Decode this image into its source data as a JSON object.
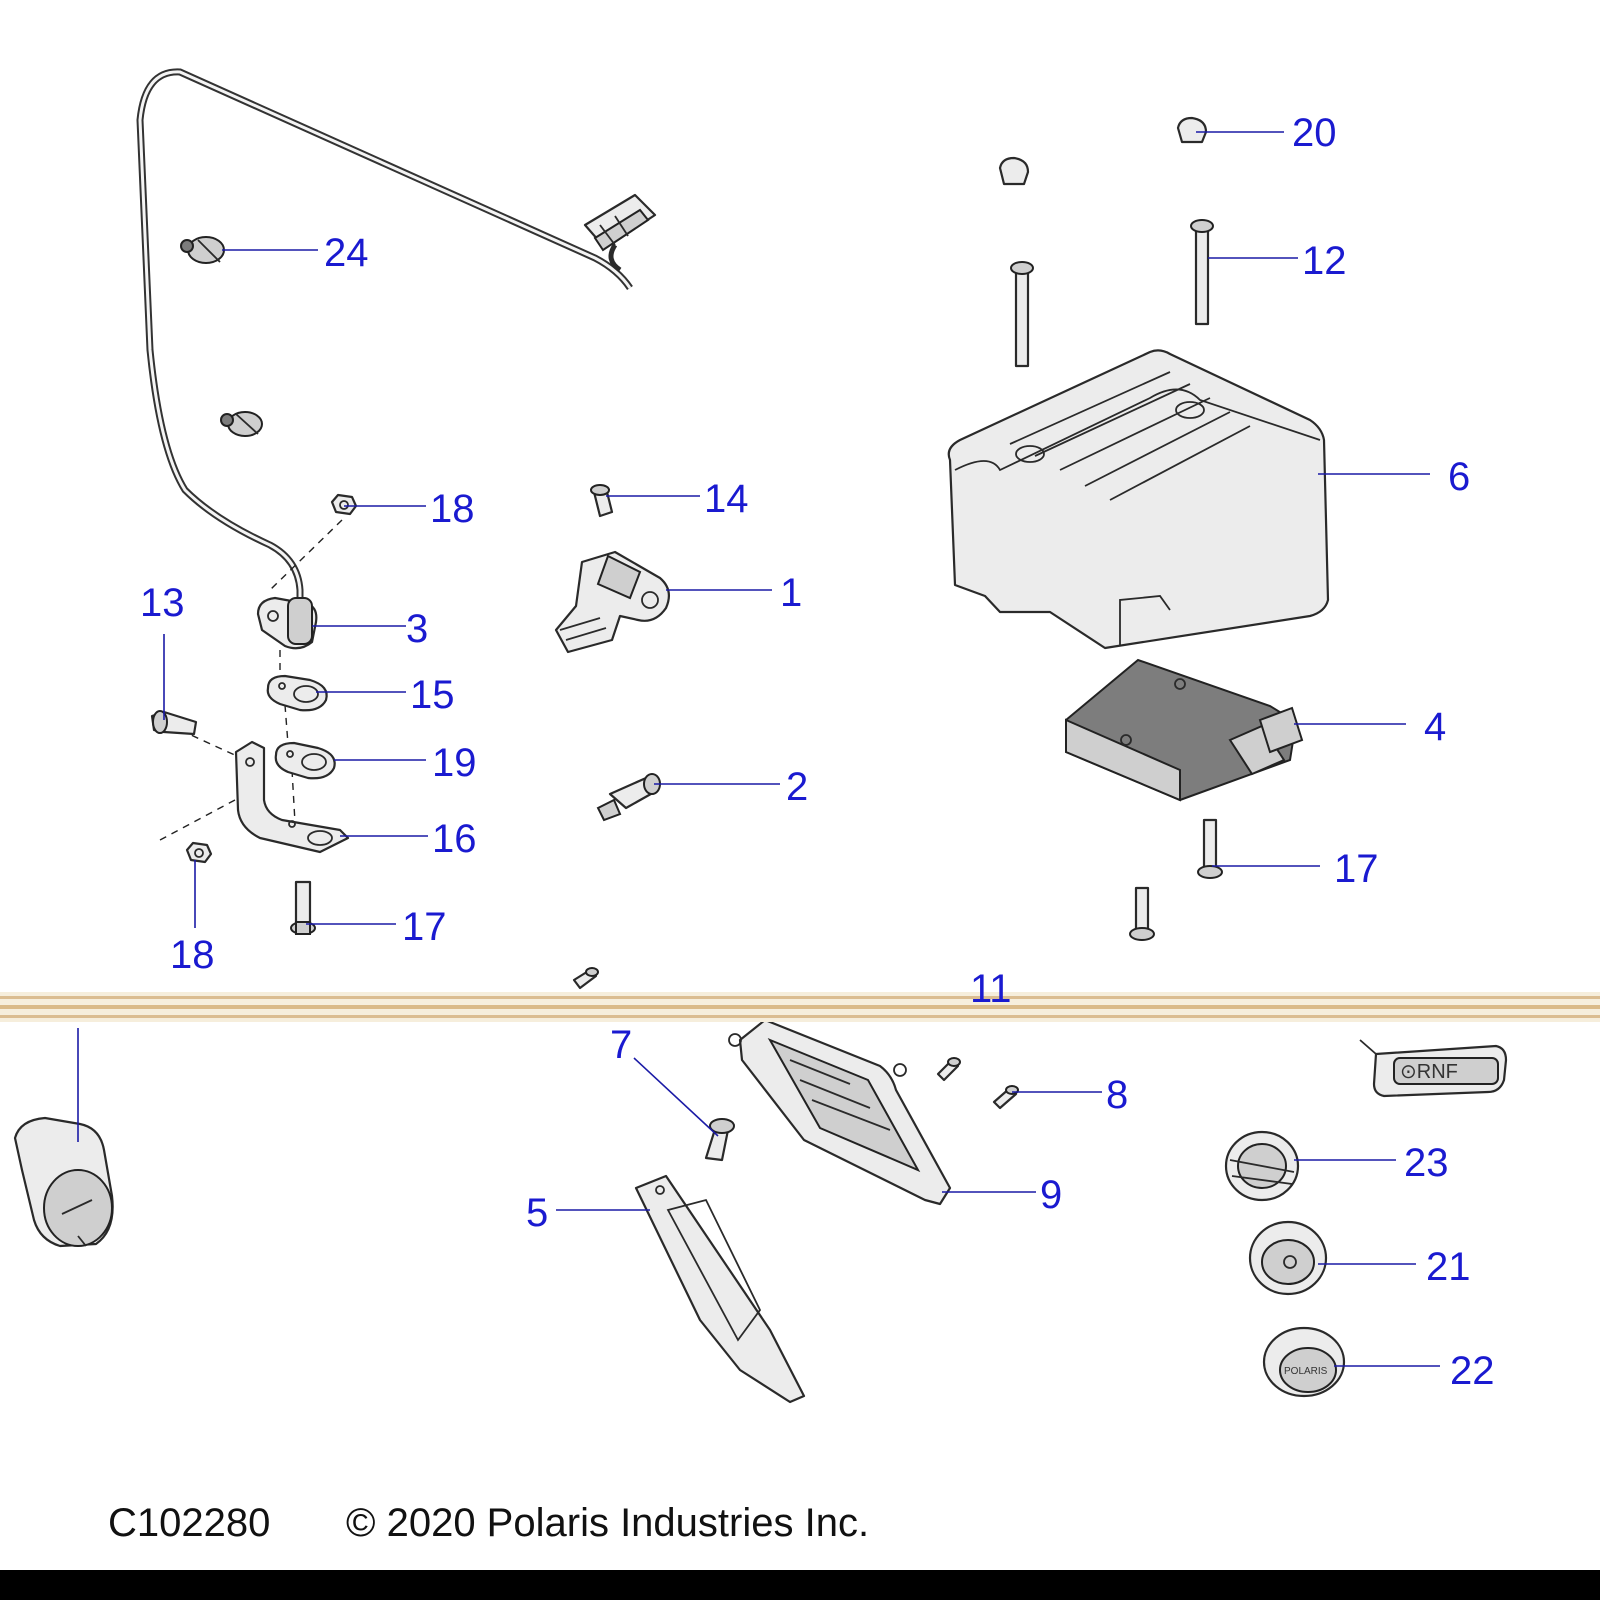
{
  "diagram": {
    "callouts": [
      "1",
      "2",
      "3",
      "4",
      "5",
      "6",
      "7",
      "8",
      "9",
      "11",
      "12",
      "13",
      "14",
      "15",
      "16",
      "17",
      "17",
      "18",
      "18",
      "19",
      "20",
      "21",
      "22",
      "23",
      "24"
    ],
    "switch_label": "⊙RNF",
    "knob_brand": "POLARIS"
  },
  "footer": {
    "code": "C102280",
    "copyright": "© 2020 Polaris Industries Inc."
  }
}
